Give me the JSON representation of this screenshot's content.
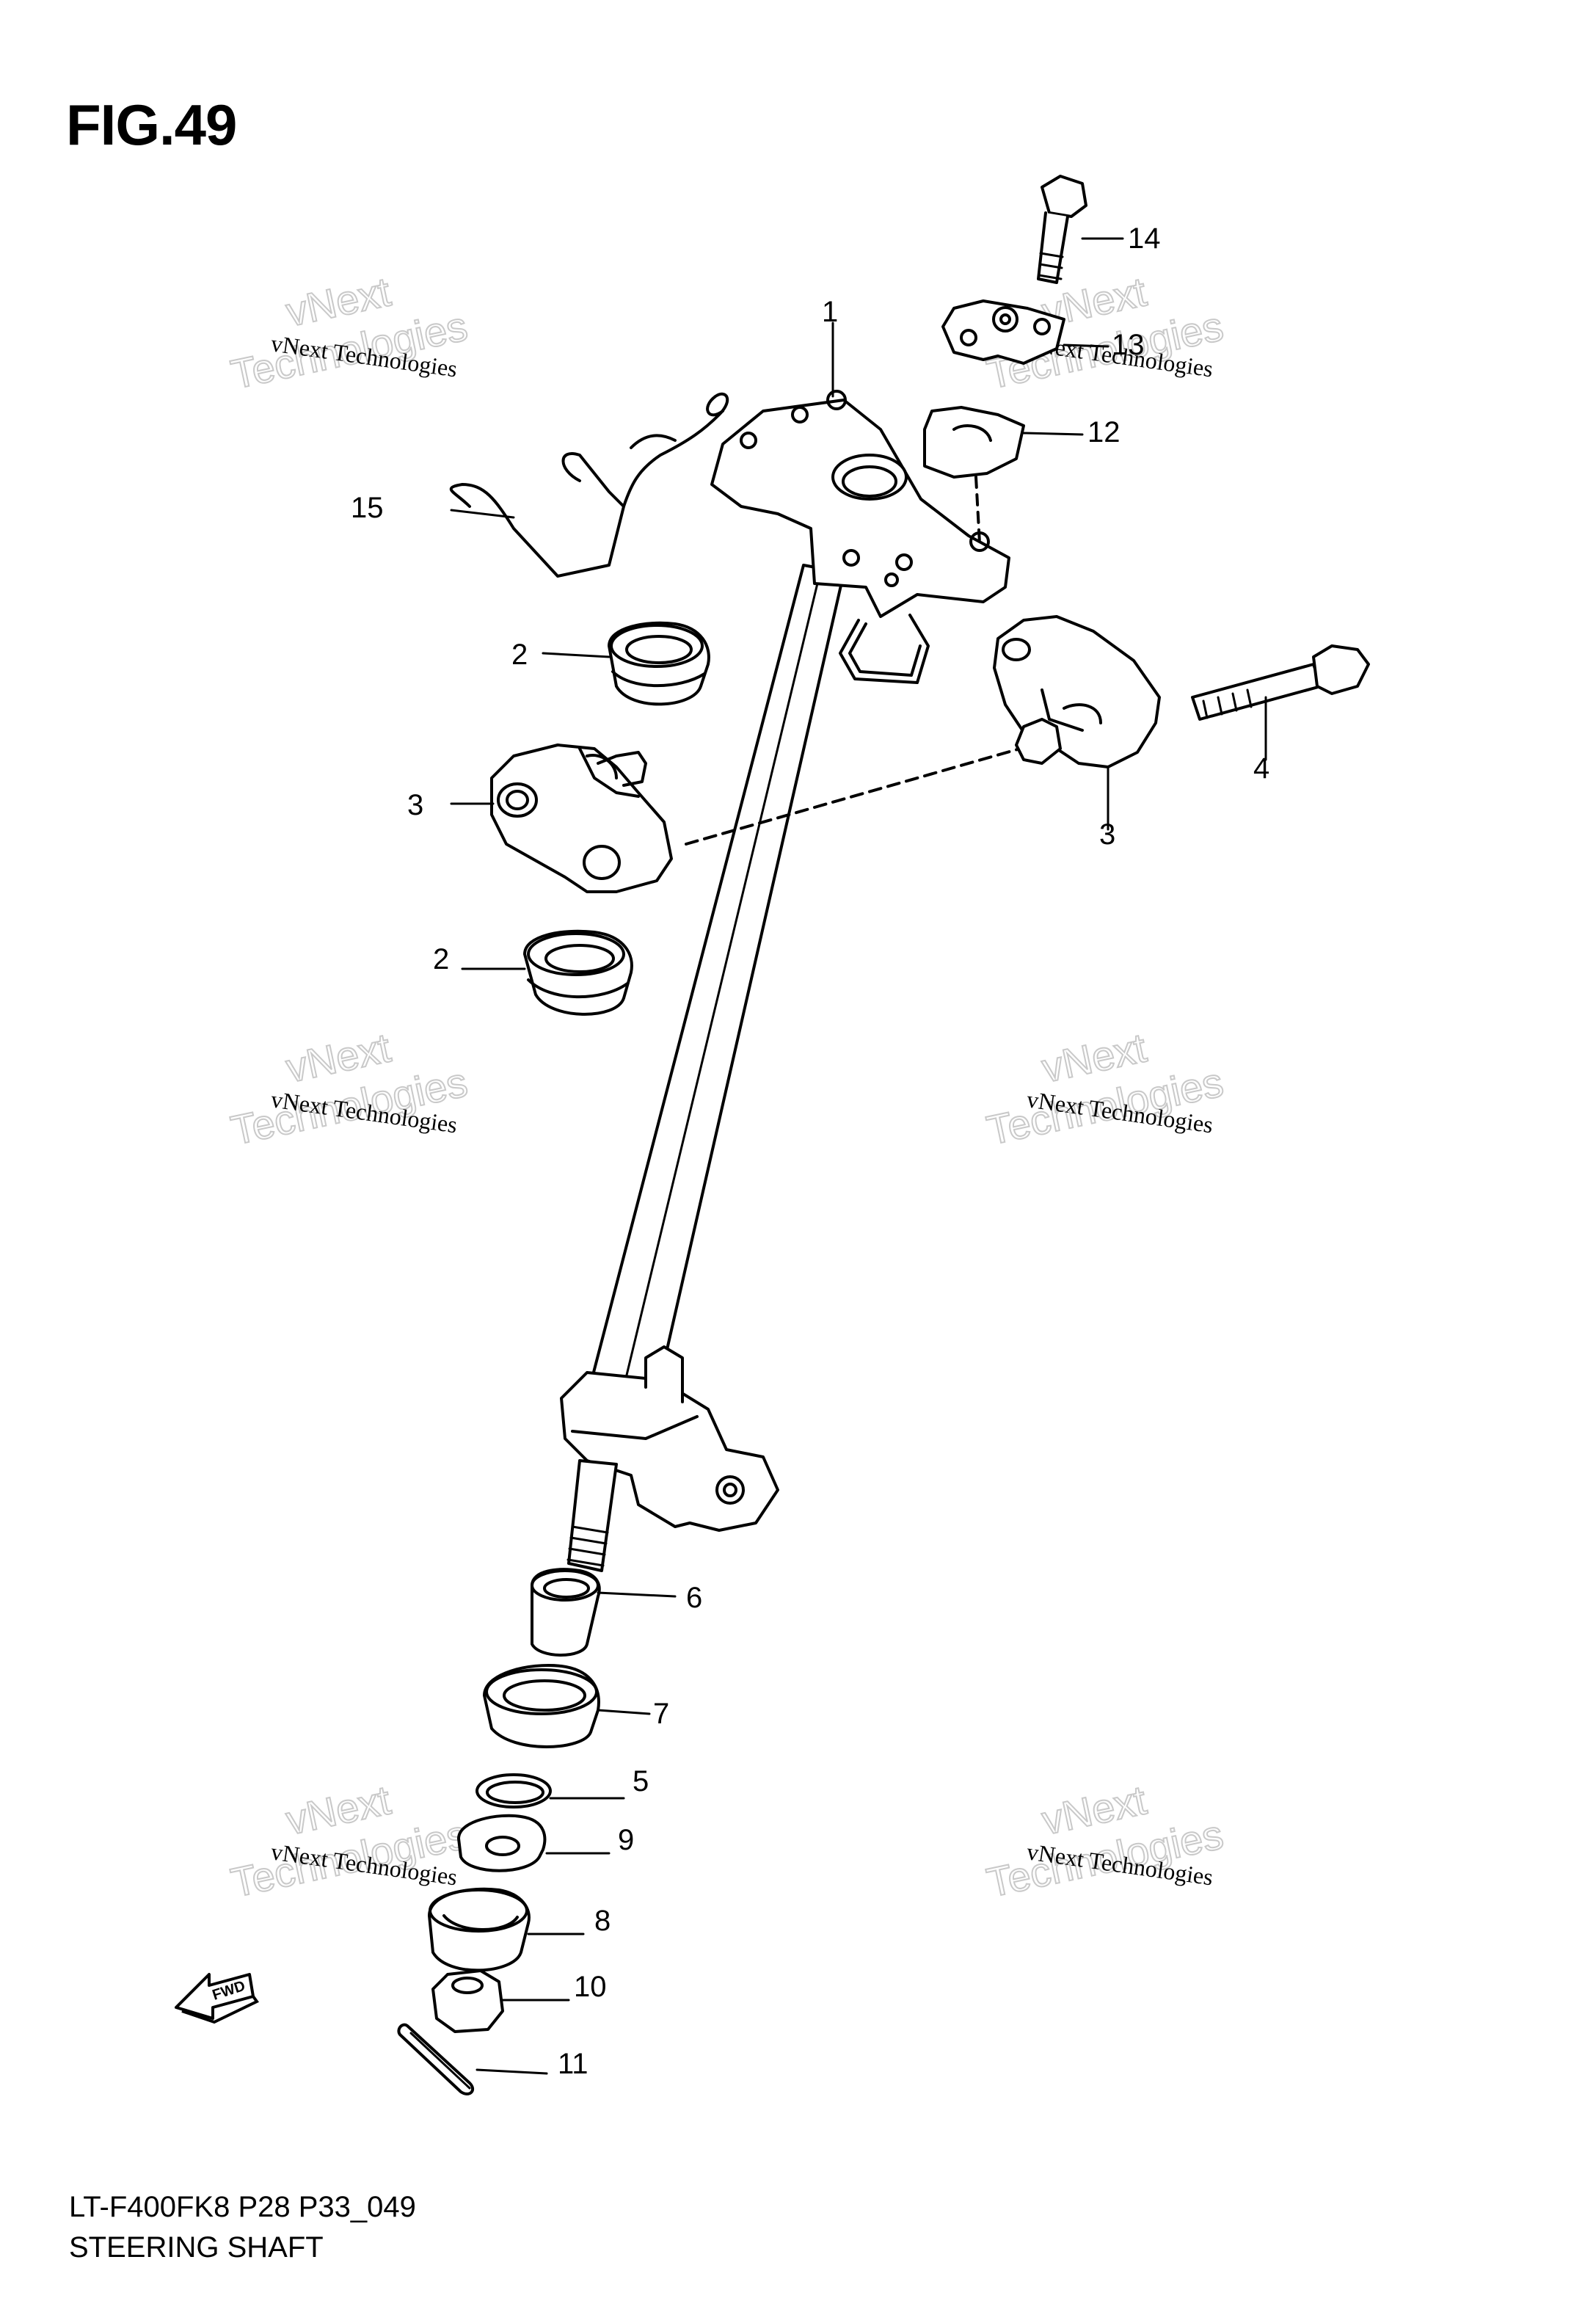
{
  "figure": {
    "title": "FIG.49",
    "model_code": "LT-F400FK8 P28 P33_049",
    "caption": "STEERING SHAFT"
  },
  "callouts": [
    "1",
    "2",
    "2",
    "3",
    "3",
    "4",
    "5",
    "6",
    "7",
    "8",
    "9",
    "10",
    "11",
    "12",
    "13",
    "14",
    "15"
  ],
  "direction_badge": "FWD",
  "watermark": {
    "small": "vNext Technologies",
    "large": [
      "vNext",
      "Technologies"
    ]
  }
}
